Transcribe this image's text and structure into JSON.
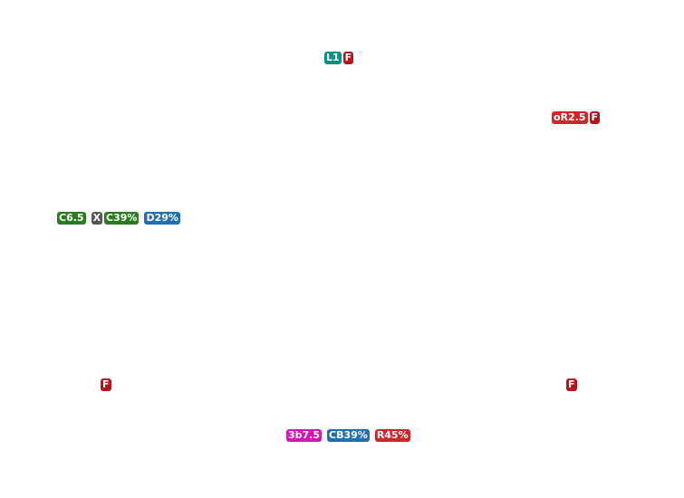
{
  "colors": {
    "teal": "#0e8f86",
    "dark_red": "#b3171d",
    "red": "#d0262a",
    "green": "#2b7a20",
    "gray": "#555555",
    "blue": "#1f6fb2",
    "magenta": "#d616b0"
  },
  "groups": [
    {
      "id": "top-center",
      "badges": [
        {
          "label": "L1",
          "color": "teal"
        },
        {
          "label": "F",
          "color": "dark_red"
        }
      ]
    },
    {
      "id": "top-right",
      "badges": [
        {
          "label": "oR2.5",
          "color": "red"
        },
        {
          "label": "F",
          "color": "dark_red"
        }
      ]
    },
    {
      "id": "left-middle",
      "badges": [
        {
          "label": "C6.5",
          "color": "green"
        },
        {
          "label": "X",
          "color": "gray"
        },
        {
          "label": "C39%",
          "color": "green"
        },
        {
          "label": "D29%",
          "color": "blue"
        }
      ]
    },
    {
      "id": "bottom-left",
      "badges": [
        {
          "label": "F",
          "color": "dark_red"
        }
      ]
    },
    {
      "id": "bottom-right",
      "badges": [
        {
          "label": "F",
          "color": "dark_red"
        }
      ]
    },
    {
      "id": "bottom-center",
      "badges": [
        {
          "label": "3b7.5",
          "color": "magenta"
        },
        {
          "label": "CB39%",
          "color": "blue"
        },
        {
          "label": "R45%",
          "color": "red"
        }
      ]
    }
  ]
}
